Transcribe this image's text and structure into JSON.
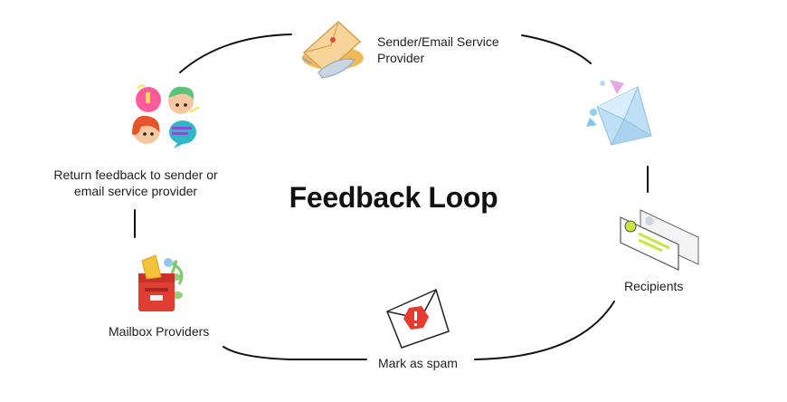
{
  "title": "Feedback Loop",
  "nodes": {
    "sender": {
      "label": "Sender/Email Service\nProvider",
      "icon": "envelope-airplane-icon"
    },
    "email": {
      "icon": "open-envelope-icon"
    },
    "recipients": {
      "label": "Recipients",
      "icon": "contact-cards-icon"
    },
    "spam": {
      "label": "Mark as spam",
      "icon": "spam-envelope-icon"
    },
    "mailbox": {
      "label": "Mailbox Providers",
      "icon": "mailbox-icon"
    },
    "feedback": {
      "label": "Return feedback to sender or\nemail service provider",
      "icon": "people-chat-icon"
    }
  },
  "colors": {
    "line": "#111111",
    "accent_red": "#e63b2e",
    "accent_blue": "#9fd0ee",
    "accent_lime": "#c8e63c"
  }
}
